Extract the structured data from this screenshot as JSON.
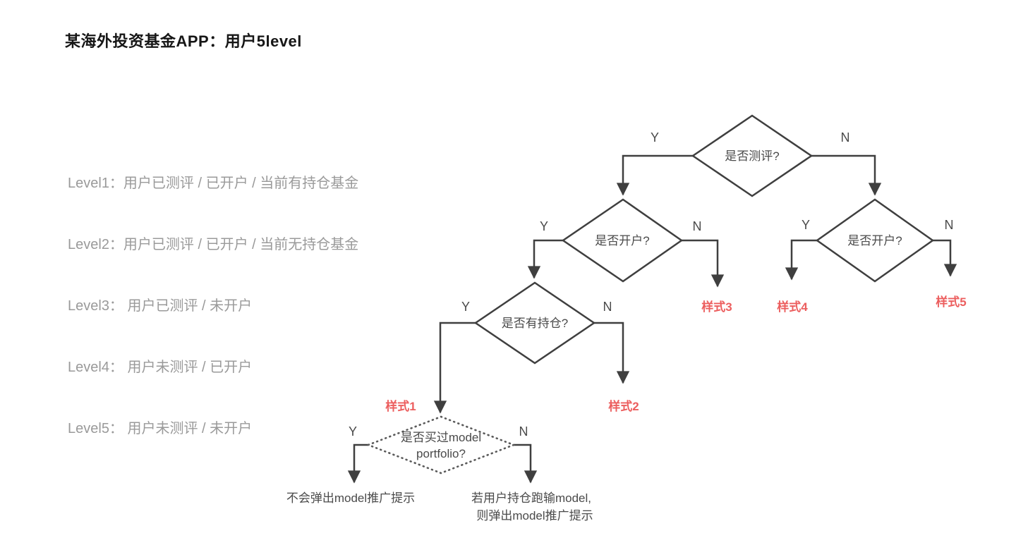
{
  "title": "某海外投资基金APP：用户5level",
  "levels": [
    "Level1：用户已测评 / 已开户 / 当前有持仓基金",
    "Level2：用户已测评 / 已开户 / 当前无持仓基金",
    "Level3： 用户已测评 / 未开户",
    "Level4： 用户未测评 / 已开户",
    "Level5： 用户未测评 / 未开户"
  ],
  "flowchart": {
    "yes": "Y",
    "no": "N",
    "nodes": {
      "assess": "是否测评?",
      "account_left": "是否开户?",
      "account_right": "是否开户?",
      "holding": "是否有持仓?",
      "model_line1": "是否买过model",
      "model_line2": "portfolio?"
    },
    "styles": [
      "样式1",
      "样式2",
      "样式3",
      "样式4",
      "样式5"
    ],
    "outcomes": {
      "no_popup": "不会弹出model推广提示",
      "popup_line1": "若用户持仓跑输model,",
      "popup_line2": "则弹出model推广提示"
    }
  },
  "colors": {
    "line": "#3f3f3f",
    "accent_red": "#ec5e5e",
    "muted_gray": "#9a9a9a",
    "dark_text": "#4a4a4a"
  }
}
